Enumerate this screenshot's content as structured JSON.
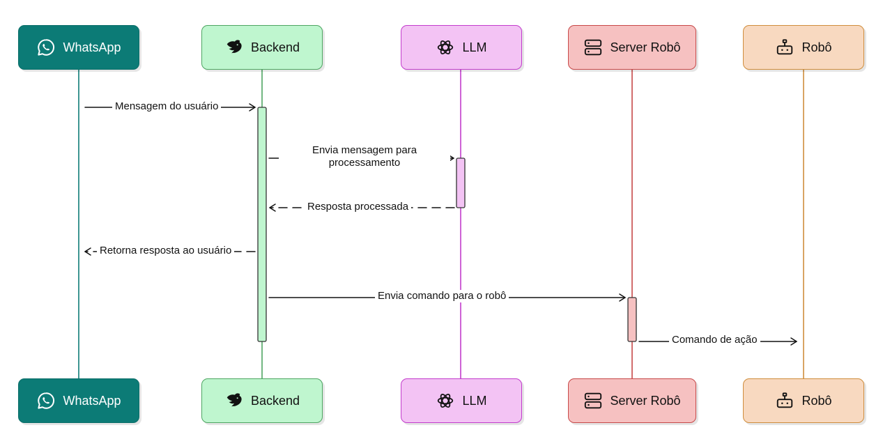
{
  "participants": [
    {
      "key": "whatsapp",
      "label": "WhatsApp",
      "icon": "whatsapp-icon",
      "line_color": "#0c7b76"
    },
    {
      "key": "backend",
      "label": "Backend",
      "icon": "nestjs-cat-icon",
      "line_color": "#4ea562"
    },
    {
      "key": "llm",
      "label": "LLM",
      "icon": "openai-icon",
      "line_color": "#c23ccc"
    },
    {
      "key": "server",
      "label": "Server Robô",
      "icon": "server-icon",
      "line_color": "#c74848"
    },
    {
      "key": "robo",
      "label": "Robô",
      "icon": "robot-icon",
      "line_color": "#cf8d3c"
    }
  ],
  "messages": [
    {
      "text": "Mensagem do usuário",
      "from": "WhatsApp",
      "to": "Backend",
      "style": "solid"
    },
    {
      "text_line1": "Envia mensagem para",
      "text_line2": "processamento",
      "from": "Backend",
      "to": "LLM",
      "style": "solid"
    },
    {
      "text": "Resposta processada",
      "from": "LLM",
      "to": "Backend",
      "style": "dashed"
    },
    {
      "text": "Retorna resposta ao usuário",
      "from": "Backend",
      "to": "WhatsApp",
      "style": "dashed"
    },
    {
      "text": "Envia comando para o robô",
      "from": "Backend",
      "to": "Server Robô",
      "style": "solid"
    },
    {
      "text": "Comando de ação",
      "from": "Server Robô",
      "to": "Robô",
      "style": "solid"
    }
  ]
}
